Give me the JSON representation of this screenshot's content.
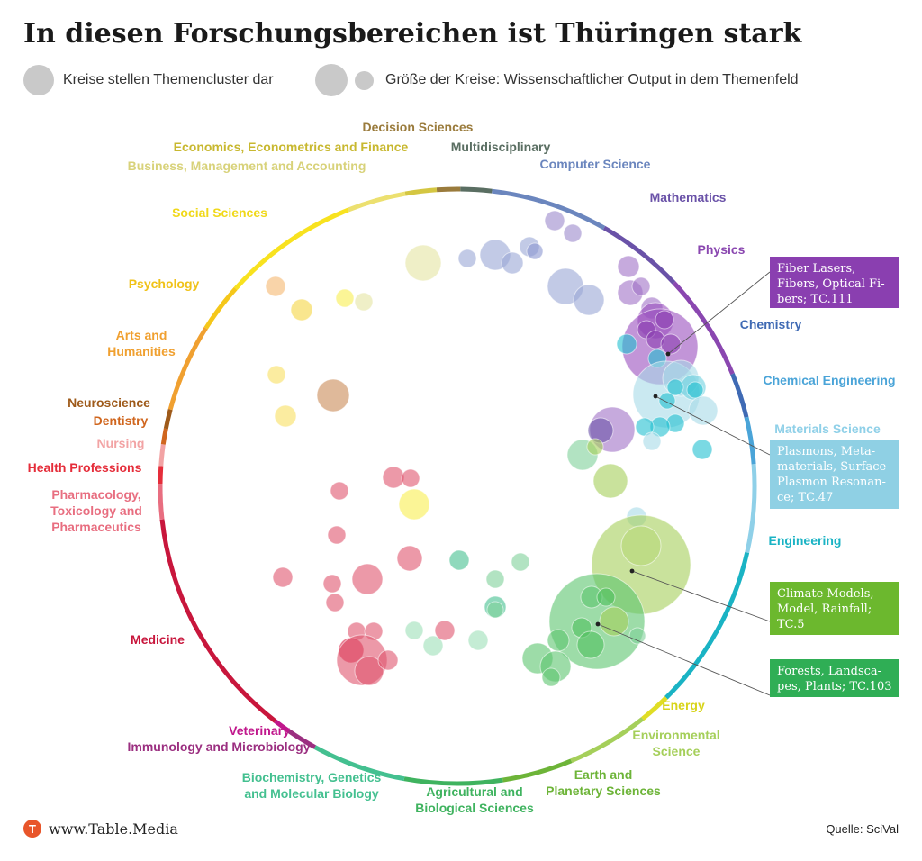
{
  "header": {
    "title": "In diesen Forschungsbereichen ist Thüringen stark",
    "legend_cluster": "Kreise stellen Themencluster dar",
    "legend_size": "Größe der Kreise: Wissenschaftlicher Output in dem Themenfeld"
  },
  "footer": {
    "brand_icon": "T",
    "brand": "www.Table.Media",
    "source": "Quelle: SciVal"
  },
  "chart_data": {
    "type": "bubble-wheel",
    "title": "In diesen Forschungsbereichen ist Thüringen stark",
    "ring": [
      {
        "name": "Decision Sciences",
        "color": "#9a7b3c",
        "share": 1.2
      },
      {
        "name": "Multidisciplinary",
        "color": "#5a6e62",
        "share": 1.6
      },
      {
        "name": "Computer Science",
        "color": "#6b86be",
        "share": 6
      },
      {
        "name": "Mathematics",
        "color": "#6a52a8",
        "share": 4.5
      },
      {
        "name": "Physics",
        "color": "#8a47b0",
        "share": 5.5
      },
      {
        "name": "Chemistry",
        "color": "#3f6ab4",
        "share": 2.3
      },
      {
        "name": "Chemical Engineering",
        "color": "#4aa4d8",
        "share": 2.4
      },
      {
        "name": "Materials Science",
        "color": "#8fd0e8",
        "share": 4.5
      },
      {
        "name": "Engineering",
        "color": "#1ab3c4",
        "share": 8.5
      },
      {
        "name": "Energy",
        "color": "#e0dd25",
        "share": 1.6
      },
      {
        "name": "Environmental Science",
        "color": "#a5cf5a",
        "share": 4.2
      },
      {
        "name": "Earth and Planetary Sciences",
        "color": "#6db438",
        "share": 3.6
      },
      {
        "name": "Agricultural and Biological Sciences",
        "color": "#3fb35f",
        "share": 5
      },
      {
        "name": "Biochemistry, Genetics and Molecular Biology",
        "color": "#44c090",
        "share": 4.8
      },
      {
        "name": "Immunology and Microbiology",
        "color": "#9b2f80",
        "share": 1.6
      },
      {
        "name": "Veterinary",
        "color": "#c0178c",
        "share": 0.8
      },
      {
        "name": "Medicine",
        "color": "#c8163c",
        "share": 12
      },
      {
        "name": "Pharmacology, Toxicology and Pharmaceutics",
        "color": "#e86e80",
        "share": 1.8
      },
      {
        "name": "Health Professions",
        "color": "#e52d3a",
        "share": 0.9
      },
      {
        "name": "Nursing",
        "color": "#f2a3a4",
        "share": 1.1
      },
      {
        "name": "Dentistry",
        "color": "#d0661e",
        "share": 0.8
      },
      {
        "name": "Neuroscience",
        "color": "#9e5a1a",
        "share": 1.0
      },
      {
        "name": "Arts and Humanities",
        "color": "#f0a030",
        "share": 4.5
      },
      {
        "name": "Psychology",
        "color": "#f5c71a",
        "share": 2.5
      },
      {
        "name": "Social Sciences",
        "color": "#f8e21f",
        "share": 7
      },
      {
        "name": "Business, Management and Accounting",
        "color": "#ece070",
        "share": 3
      },
      {
        "name": "Economics, Econometrics and Finance",
        "color": "#d4c642",
        "share": 1.6
      }
    ],
    "ring_labels": [
      {
        "lines": [
          "Decision Sciences"
        ],
        "color": "#9a7b3c"
      },
      {
        "lines": [
          "Economics, Econometrics and Finance"
        ],
        "color": "#c8b830"
      },
      {
        "lines": [
          "Multidisciplinary"
        ],
        "color": "#5a6e62"
      },
      {
        "lines": [
          "Business, Management and Accounting"
        ],
        "color": "#d8d27a"
      },
      {
        "lines": [
          "Computer Science"
        ],
        "color": "#6b86be"
      },
      {
        "lines": [
          "Mathematics"
        ],
        "color": "#6a52a8"
      },
      {
        "lines": [
          "Social Sciences"
        ],
        "color": "#f0d81a"
      },
      {
        "lines": [
          "Physics"
        ],
        "color": "#8a47b0"
      },
      {
        "lines": [
          "Psychology"
        ],
        "color": "#f0c218"
      },
      {
        "lines": [
          "Chemistry"
        ],
        "color": "#3f6ab4"
      },
      {
        "lines": [
          "Arts and",
          "Humanities"
        ],
        "color": "#f0a030"
      },
      {
        "lines": [
          "Chemical Engineering"
        ],
        "color": "#4aa4d8"
      },
      {
        "lines": [
          "Neuroscience"
        ],
        "color": "#9e5a1a"
      },
      {
        "lines": [
          "Dentistry"
        ],
        "color": "#d0661e"
      },
      {
        "lines": [
          "Materials Science"
        ],
        "color": "#8fd0e8"
      },
      {
        "lines": [
          "Nursing"
        ],
        "color": "#f2a3a4"
      },
      {
        "lines": [
          "Health Professions"
        ],
        "color": "#e52d3a"
      },
      {
        "lines": [
          "Pharmacology,",
          "Toxicology and",
          "Pharmaceutics"
        ],
        "color": "#e86e80"
      },
      {
        "lines": [
          "Engineering"
        ],
        "color": "#1ab3c4"
      },
      {
        "lines": [
          "Medicine"
        ],
        "color": "#c8163c"
      },
      {
        "lines": [
          "Energy"
        ],
        "color": "#d8d41a"
      },
      {
        "lines": [
          "Veterinary"
        ],
        "color": "#c0178c"
      },
      {
        "lines": [
          "Environmental",
          "Science"
        ],
        "color": "#a5cf5a"
      },
      {
        "lines": [
          "Immunology and Microbiology"
        ],
        "color": "#9b2f80"
      },
      {
        "lines": [
          "Biochemistry, Genetics",
          "and Molecular Biology"
        ],
        "color": "#44c090"
      },
      {
        "lines": [
          "Earth and",
          "Planetary Sciences"
        ],
        "color": "#6db438"
      },
      {
        "lines": [
          "Agricultural and",
          "Biological Sciences"
        ],
        "color": "#3fb35f"
      }
    ],
    "callouts": [
      {
        "lines": [
          "Fiber Lasers,",
          "Fibers, Optical Fi-",
          "bers; TC.111"
        ],
        "color": "#8a3fb0"
      },
      {
        "lines": [
          "Plasmons, Meta-",
          "materials, Surface",
          "Plasmon  Resonan-",
          "ce; TC.47"
        ],
        "color": "#8fd0e4"
      },
      {
        "lines": [
          "Climate Models,",
          "Model, Rainfall;",
          "TC.5"
        ],
        "color": "#6cb82e"
      },
      {
        "lines": [
          "Forests, Landsca-",
          "pes, Plants; TC.103"
        ],
        "color": "#2fae55"
      }
    ]
  }
}
